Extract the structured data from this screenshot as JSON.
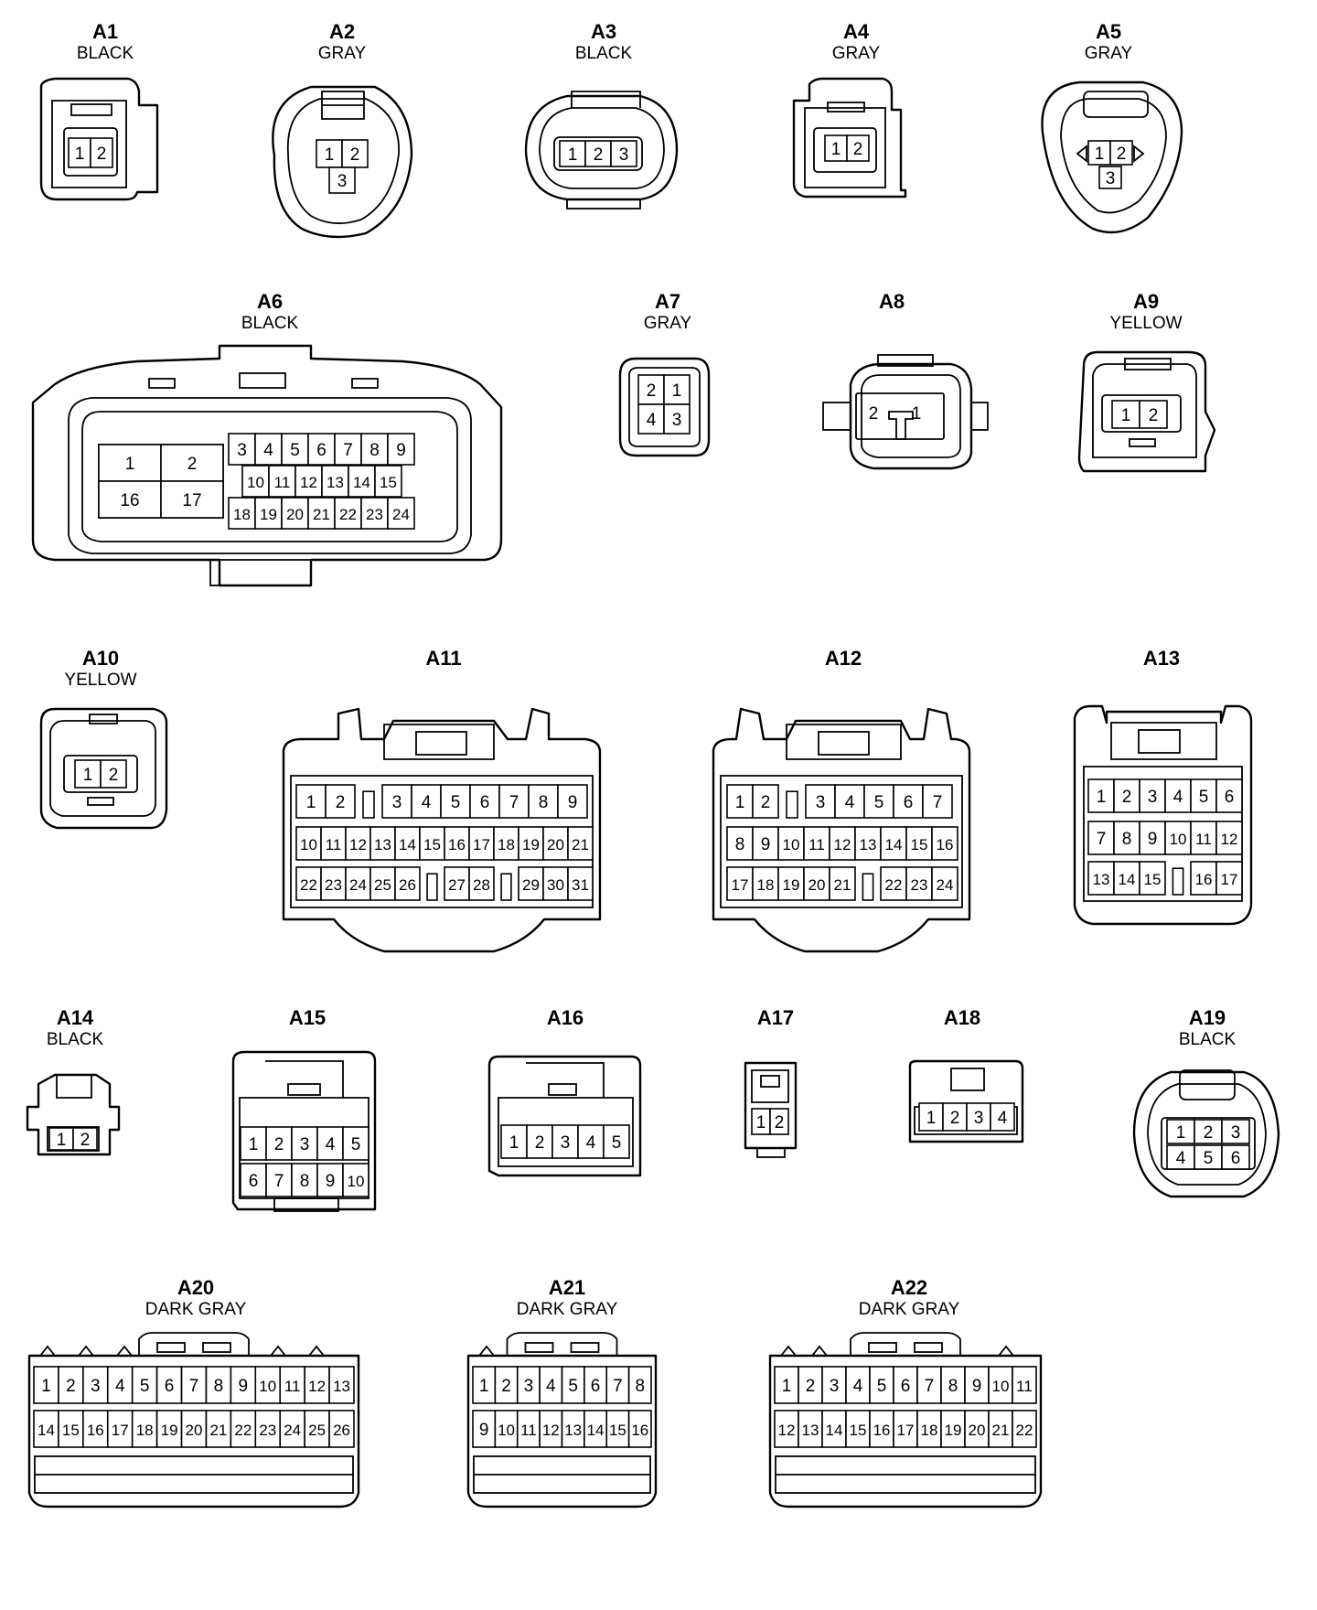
{
  "connectors": [
    {
      "id": "A1",
      "color": "BLACK",
      "rows": [
        [
          "1",
          "2"
        ]
      ]
    },
    {
      "id": "A2",
      "color": "GRAY",
      "rows": [
        [
          "1",
          "2"
        ],
        [
          "3"
        ]
      ]
    },
    {
      "id": "A3",
      "color": "BLACK",
      "rows": [
        [
          "1",
          "2",
          "3"
        ]
      ]
    },
    {
      "id": "A4",
      "color": "GRAY",
      "rows": [
        [
          "1",
          "2"
        ]
      ]
    },
    {
      "id": "A5",
      "color": "GRAY",
      "rows": [
        [
          "1",
          "2"
        ],
        [
          "3"
        ]
      ]
    },
    {
      "id": "A6",
      "color": "BLACK",
      "rows": [
        [
          "1",
          "2"
        ],
        [
          "16",
          "17"
        ],
        [
          "3",
          "4",
          "5",
          "6",
          "7",
          "8",
          "9"
        ],
        [
          "10",
          "11",
          "12",
          "13",
          "14",
          "15"
        ],
        [
          "18",
          "19",
          "20",
          "21",
          "22",
          "23",
          "24"
        ]
      ]
    },
    {
      "id": "A7",
      "color": "GRAY",
      "rows": [
        [
          "2",
          "1"
        ],
        [
          "4",
          "3"
        ]
      ]
    },
    {
      "id": "A8",
      "color": "",
      "rows": [
        [
          "2",
          "1"
        ]
      ]
    },
    {
      "id": "A9",
      "color": "YELLOW",
      "rows": [
        [
          "1",
          "2"
        ]
      ]
    },
    {
      "id": "A10",
      "color": "YELLOW",
      "rows": [
        [
          "1",
          "2"
        ]
      ]
    },
    {
      "id": "A11",
      "color": "",
      "rows": [
        [
          "1",
          "2",
          "",
          "3",
          "4",
          "5",
          "6",
          "7",
          "8",
          "9"
        ],
        [
          "10",
          "11",
          "12",
          "13",
          "14",
          "15",
          "16",
          "17",
          "18",
          "19",
          "20",
          "21"
        ],
        [
          "22",
          "23",
          "24",
          "25",
          "26",
          "",
          "27",
          "28",
          "",
          "29",
          "30",
          "31"
        ]
      ]
    },
    {
      "id": "A12",
      "color": "",
      "rows": [
        [
          "1",
          "2",
          "",
          "3",
          "4",
          "5",
          "6",
          "7"
        ],
        [
          "8",
          "9",
          "10",
          "11",
          "12",
          "13",
          "14",
          "15",
          "16"
        ],
        [
          "17",
          "18",
          "19",
          "20",
          "21",
          "",
          "22",
          "23",
          "24"
        ]
      ]
    },
    {
      "id": "A13",
      "color": "",
      "rows": [
        [
          "1",
          "2",
          "3",
          "4",
          "5",
          "6"
        ],
        [
          "7",
          "8",
          "9",
          "10",
          "11",
          "12"
        ],
        [
          "13",
          "14",
          "15",
          "",
          "16",
          "17"
        ]
      ]
    },
    {
      "id": "A14",
      "color": "BLACK",
      "rows": [
        [
          "1",
          "2"
        ]
      ]
    },
    {
      "id": "A15",
      "color": "",
      "rows": [
        [
          "1",
          "2",
          "3",
          "4",
          "5"
        ],
        [
          "6",
          "7",
          "8",
          "9",
          "10"
        ]
      ]
    },
    {
      "id": "A16",
      "color": "",
      "rows": [
        [
          "1",
          "2",
          "3",
          "4",
          "5"
        ]
      ]
    },
    {
      "id": "A17",
      "color": "",
      "rows": [
        [
          "1",
          "2"
        ]
      ]
    },
    {
      "id": "A18",
      "color": "",
      "rows": [
        [
          "1",
          "2",
          "3",
          "4"
        ]
      ]
    },
    {
      "id": "A19",
      "color": "BLACK",
      "rows": [
        [
          "1",
          "2",
          "3"
        ],
        [
          "4",
          "5",
          "6"
        ]
      ]
    },
    {
      "id": "A20",
      "color": "DARK GRAY",
      "rows": [
        [
          "1",
          "2",
          "3",
          "4",
          "5",
          "6",
          "7",
          "8",
          "9",
          "10",
          "11",
          "12",
          "13"
        ],
        [
          "14",
          "15",
          "16",
          "17",
          "18",
          "19",
          "20",
          "21",
          "22",
          "23",
          "24",
          "25",
          "26"
        ]
      ]
    },
    {
      "id": "A21",
      "color": "DARK GRAY",
      "rows": [
        [
          "1",
          "2",
          "3",
          "4",
          "5",
          "6",
          "7",
          "8"
        ],
        [
          "9",
          "10",
          "11",
          "12",
          "13",
          "14",
          "15",
          "16"
        ]
      ]
    },
    {
      "id": "A22",
      "color": "DARK GRAY",
      "rows": [
        [
          "1",
          "2",
          "3",
          "4",
          "5",
          "6",
          "7",
          "8",
          "9",
          "10",
          "11"
        ],
        [
          "12",
          "13",
          "14",
          "15",
          "16",
          "17",
          "18",
          "19",
          "20",
          "21",
          "22"
        ]
      ]
    }
  ]
}
